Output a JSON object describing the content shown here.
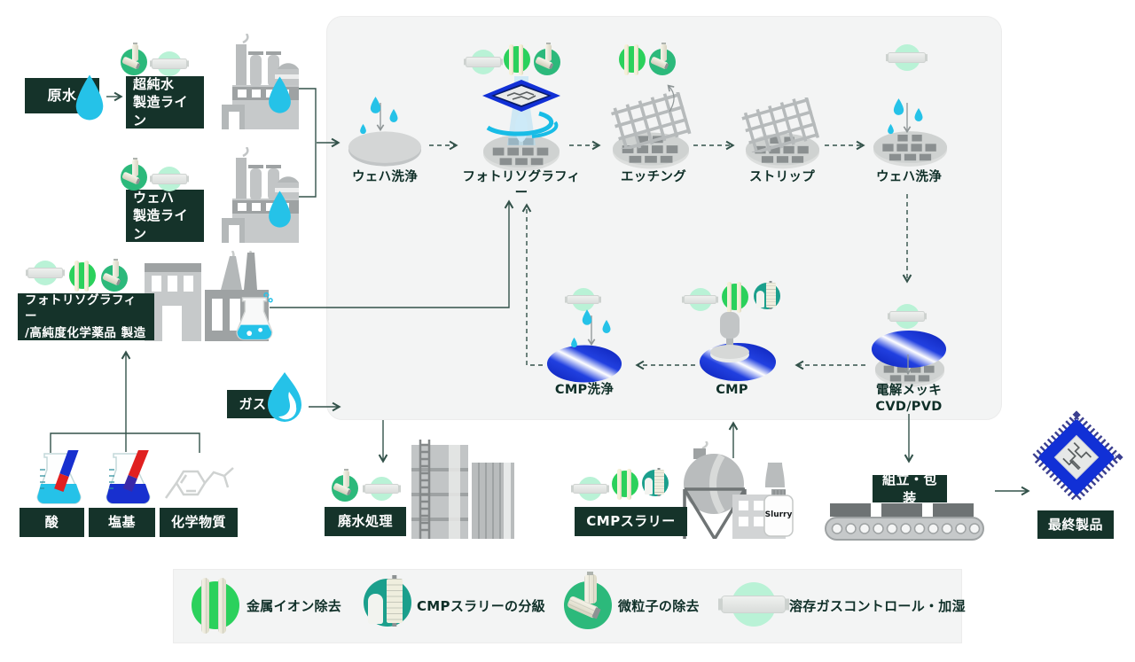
{
  "inputs": {
    "raw_water_label": "原水",
    "upw_line": {
      "line1": "超純水",
      "line2": "製造ライン"
    },
    "wafer_line": {
      "line1": "ウェハ",
      "line2": "製造ライン"
    },
    "photo_chem": {
      "line1": "フォトリソグラフィー",
      "line2": "/高純度化学薬品 製造"
    },
    "gas_label": "ガス",
    "acid_label": "酸",
    "base_label": "塩基",
    "chemical_label": "化学物質"
  },
  "process_steps": {
    "wafer_cleaning_1": "ウェハ洗浄",
    "photolithography": "フォトリソグラフィー",
    "etching": "エッチング",
    "strip": "ストリップ",
    "wafer_cleaning_2": "ウェハ洗浄",
    "plating": {
      "line1": "電解メッキ",
      "line2": "CVD/PVD"
    },
    "cmp": "CMP",
    "cmp_cleaning": "CMP洗浄"
  },
  "outputs": {
    "wastewater_label": "廃水処理",
    "cmp_slurry_label": "CMPスラリー",
    "slurry_bottle_text": "Slurry",
    "assembly_label": "組立・包装",
    "final_product_label": "最終製品"
  },
  "legend": {
    "items": [
      {
        "icon": "metal-ion-removal-icon",
        "label": "金属イオン除去"
      },
      {
        "icon": "cmp-slurry-classification-icon",
        "label": "CMPスラリーの分級"
      },
      {
        "icon": "particle-removal-icon",
        "label": "微粒子の除去"
      },
      {
        "icon": "dissolved-gas-control-icon",
        "label": "溶存ガスコントロール・加湿"
      }
    ]
  },
  "colors": {
    "tag_bg": "#15332a",
    "step_text": "#0f2f28",
    "cyan": "#25c2e8",
    "green_bright": "#2bd15c",
    "green_teal": "#2cb97b",
    "teal": "#1b9f8c",
    "mint": "#b9f2d6",
    "blue": "#1130d6",
    "panel_bg": "#f3f4f4"
  }
}
